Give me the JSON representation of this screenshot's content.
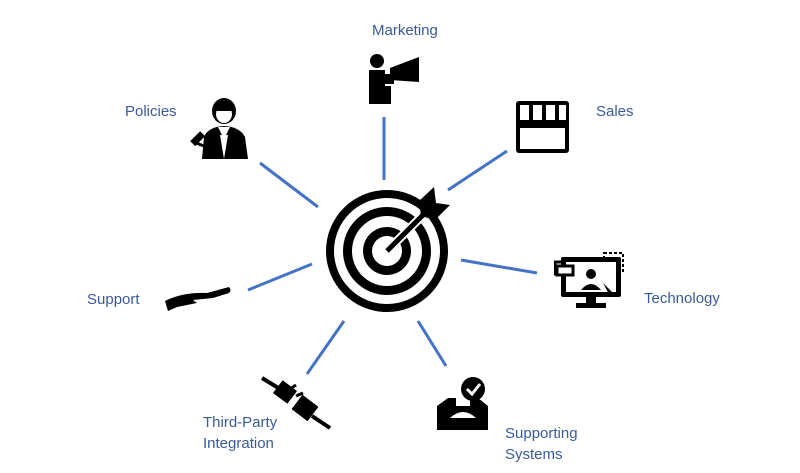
{
  "diagram": {
    "center": {
      "icon": "target-arrow-icon"
    },
    "line_color": "#4472c4",
    "label_color": "#3a5a97",
    "nodes": [
      {
        "id": "marketing",
        "label": "Marketing",
        "icon": "megaphone-person-icon"
      },
      {
        "id": "sales",
        "label": "Sales",
        "icon": "storefront-icon"
      },
      {
        "id": "technology",
        "label": "Technology",
        "icon": "computer-desktop-icon"
      },
      {
        "id": "supporting",
        "label_line1": "Supporting",
        "label_line2": "Systems",
        "icon": "inbox-check-icon"
      },
      {
        "id": "third-party",
        "label_line1": "Third-Party",
        "label_line2": "Integration",
        "icon": "plug-connection-icon"
      },
      {
        "id": "support",
        "label": "Support",
        "icon": "open-hand-icon"
      },
      {
        "id": "policies",
        "label": "Policies",
        "icon": "judge-gavel-icon"
      }
    ]
  }
}
